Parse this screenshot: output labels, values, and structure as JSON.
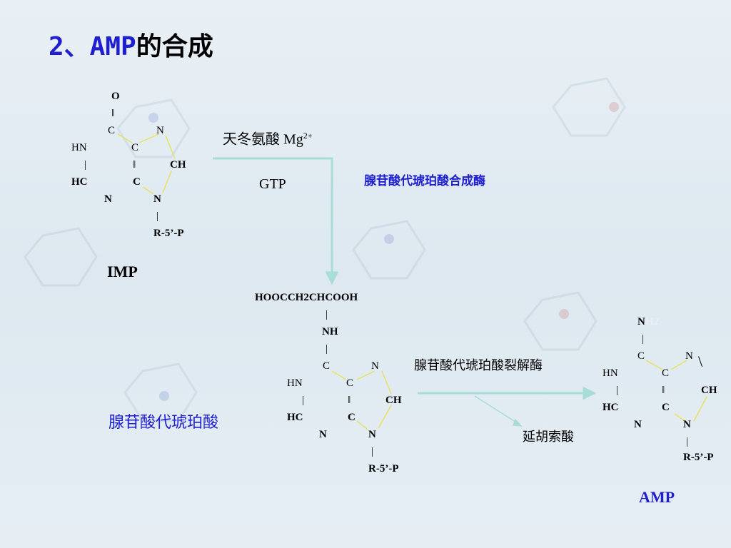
{
  "title": {
    "prefix": "2、AMP",
    "suffix": "的合成"
  },
  "imp": {
    "o": "O",
    "dbl": "‖",
    "c1": "C",
    "n7": "N",
    "hn": "HN",
    "c5": "C",
    "bar1": "|",
    "dbl2": "‖",
    "ch": "CH",
    "hc": "HC",
    "c4": "C",
    "n3": "N",
    "n9": "N",
    "bar2": "|",
    "r": "R-5’-P",
    "label": "IMP"
  },
  "step1": {
    "reagent": "天冬氨酸 Mg",
    "sup": "2+",
    "gtp": "GTP",
    "enzyme": "腺苷酸代琥珀酸合成酶"
  },
  "sampr": {
    "side": "HOOCCH2CHCOOH",
    "bar1": "|",
    "nh": "NH",
    "bar2": "|",
    "c1": "C",
    "n7": "N",
    "hn": "HN",
    "c5": "C",
    "bar3": "|",
    "dbl": "‖",
    "ch": "CH",
    "hc": "HC",
    "c4": "C",
    "n3": "N",
    "n9": "N",
    "bar4": "|",
    "r": "R-5’-P",
    "label": "腺苷酸代琥珀酸"
  },
  "step2": {
    "enzyme": "腺苷酸代琥珀酸裂解酶",
    "product": "延胡索酸"
  },
  "amp": {
    "nh2_n": "N",
    "nh2_h": "H2",
    "bar1": "|",
    "c1": "C",
    "n7": "N",
    "slash": "\\",
    "hn": "HN",
    "c5": "C",
    "bar2": "|",
    "dbl": "‖",
    "ch": "CH",
    "hc": "HC",
    "c4": "C",
    "n3": "N",
    "n9": "N",
    "bar3": "|",
    "r": "R-5’-P",
    "label": "AMP"
  },
  "colors": {
    "title_blue": "#1f1fd0",
    "arrow": "#a8dcd8",
    "ring_yellow": "#e8e060"
  }
}
